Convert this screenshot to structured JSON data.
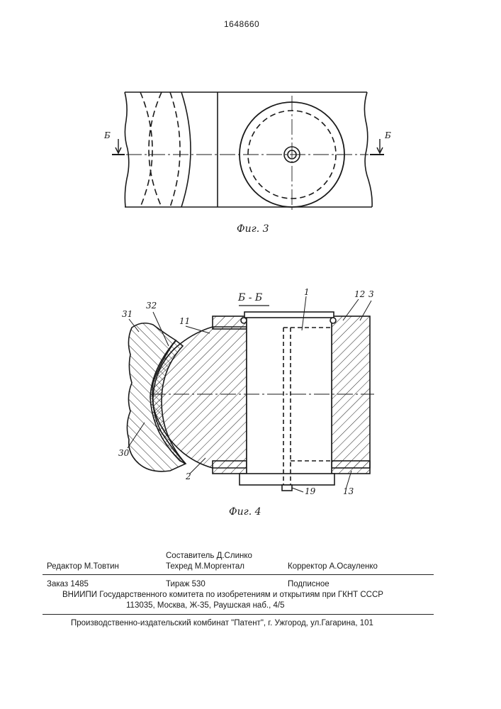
{
  "patent_number": "1648660",
  "figures": {
    "fig3": {
      "caption": "Фиг. 3",
      "section_mark": "Б"
    },
    "fig4": {
      "caption": "Фиг. 4",
      "section_title": "Б - Б",
      "labels": [
        "1",
        "12",
        "3",
        "31",
        "32",
        "11",
        "30",
        "2",
        "19",
        "13"
      ]
    }
  },
  "imprint": {
    "compiler": "Составитель  Д.Слинко",
    "editor": "Редактор  М.Товтин",
    "techred": "Техред М.Моргентал",
    "corrector": "Корректор   А.Осауленко",
    "order": "Заказ  1485",
    "circulation": "Тираж  530",
    "subscription": "Подписное",
    "institute": "ВНИИПИ Государственного комитета по изобретениям и открытиям при ГКНТ СССР",
    "address": "113035, Москва, Ж-35, Раушская наб., 4/5",
    "publisher": "Производственно-издательский комбинат \"Патент\", г. Ужгород, ул.Гагарина, 101"
  }
}
